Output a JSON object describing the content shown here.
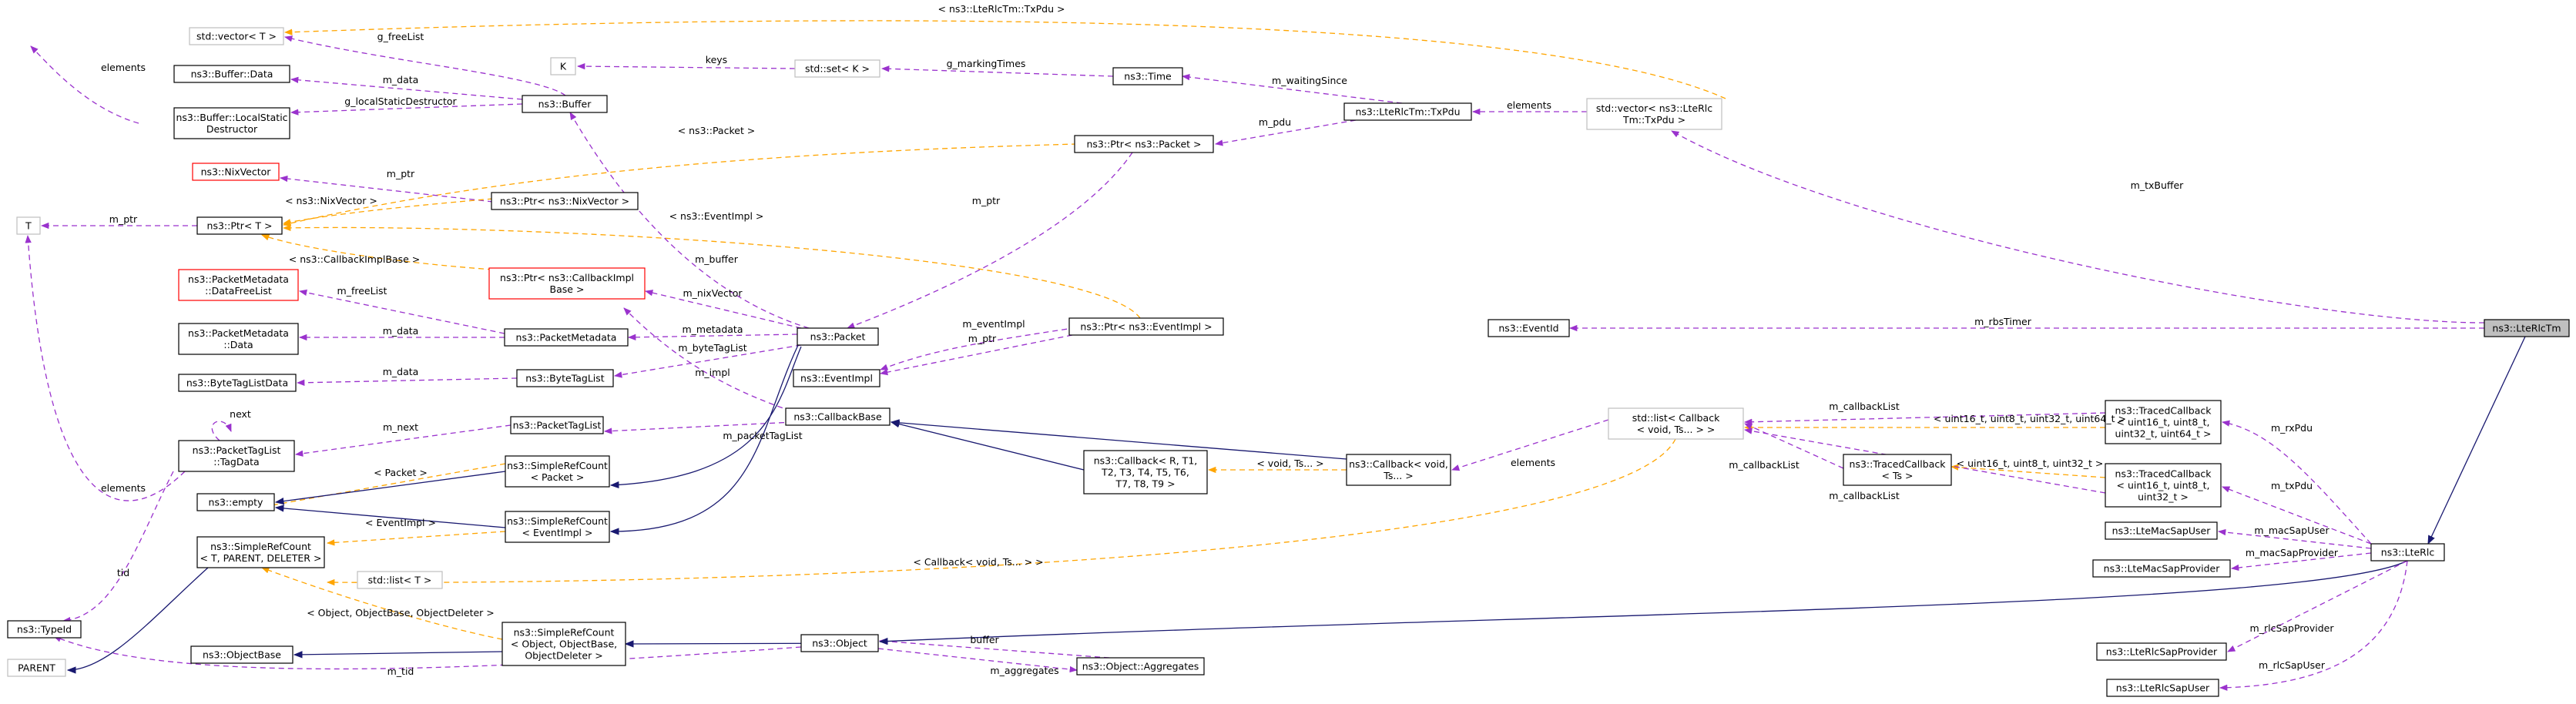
{
  "colors": {
    "usage": "#9a32cd",
    "inherit": "#191970",
    "template": "#ffa500",
    "missing": "#ff0000",
    "template_node": "#bfbfbf",
    "focus_fill": "#bfbfbf"
  },
  "nodes": {
    "vectorT": [
      "std::vector< T >"
    ],
    "bufferData": [
      "ns3::Buffer::Data"
    ],
    "bufferLSD": [
      "ns3::Buffer::LocalStatic",
      "Destructor"
    ],
    "K": [
      "K"
    ],
    "setK": [
      "std::set< K >"
    ],
    "buffer": [
      "ns3::Buffer"
    ],
    "time": [
      "ns3::Time"
    ],
    "txpdu": [
      "ns3::LteRlcTm::TxPdu"
    ],
    "vectorTx": [
      "std::vector< ns3::LteRlc",
      "Tm::TxPdu >"
    ],
    "ptrPacket": [
      "ns3::Ptr< ns3::Packet >"
    ],
    "nixVector": [
      "ns3::NixVector"
    ],
    "T": [
      "T"
    ],
    "ptrT": [
      "ns3::Ptr< T >"
    ],
    "ptrNix": [
      "ns3::Ptr< ns3::NixVector >"
    ],
    "ptrCbImpl": [
      "ns3::Ptr< ns3::CallbackImpl",
      "Base >"
    ],
    "pmDFL": [
      "ns3::PacketMetadata",
      "::DataFreeList"
    ],
    "pmData": [
      "ns3::PacketMetadata",
      "::Data"
    ],
    "packetMetadata": [
      "ns3::PacketMetadata"
    ],
    "packet": [
      "ns3::Packet"
    ],
    "ptrEventImpl": [
      "ns3::Ptr< ns3::EventImpl >"
    ],
    "eventId": [
      "ns3::EventId"
    ],
    "lteRlcTm": [
      "ns3::LteRlcTm"
    ],
    "btlData": [
      "ns3::ByteTagListData"
    ],
    "byteTagList": [
      "ns3::ByteTagList"
    ],
    "eventImpl": [
      "ns3::EventImpl"
    ],
    "ptlTagData": [
      "ns3::PacketTagList",
      "::TagData"
    ],
    "packetTagList": [
      "ns3::PacketTagList"
    ],
    "callbackBase": [
      "ns3::CallbackBase"
    ],
    "tcb64": [
      "ns3::TracedCallback",
      "< uint16_t, uint8_t,",
      "uint32_t, uint64_t >"
    ],
    "empty": [
      "ns3::empty"
    ],
    "srcPacket": [
      "ns3::SimpleRefCount",
      "< Packet >"
    ],
    "callbackR": [
      "ns3::Callback< R, T1,",
      "T2, T3, T4, T5, T6,",
      "T7, T8, T9 >"
    ],
    "callbackVoid": [
      "ns3::Callback< void,",
      "Ts... >"
    ],
    "listCb": [
      "std::list< Callback",
      "< void, Ts... > >"
    ],
    "tcbTs": [
      "ns3::TracedCallback",
      "< Ts >"
    ],
    "tcb32": [
      "ns3::TracedCallback",
      "< uint16_t, uint8_t,",
      "uint32_t >"
    ],
    "srcEvent": [
      "ns3::SimpleRefCount",
      "< EventImpl >"
    ],
    "macSapUser": [
      "ns3::LteMacSapUser"
    ],
    "srcTPD": [
      "ns3::SimpleRefCount",
      "< T, PARENT, DELETER >"
    ],
    "listT": [
      "std::list< T >"
    ],
    "lteRlc": [
      "ns3::LteRlc"
    ],
    "macSapProvider": [
      "ns3::LteMacSapProvider"
    ],
    "typeId": [
      "ns3::TypeId"
    ],
    "srcObj": [
      "ns3::SimpleRefCount",
      "< Object, ObjectBase,",
      "ObjectDeleter >"
    ],
    "object": [
      "ns3::Object"
    ],
    "parent": [
      "PARENT"
    ],
    "objectBase": [
      "ns3::ObjectBase"
    ],
    "aggregates": [
      "ns3::Object::Aggregates"
    ],
    "rlcSapProvider": [
      "ns3::LteRlcSapProvider"
    ],
    "rlcSapUser": [
      "ns3::LteRlcSapUser"
    ]
  },
  "edge_labels": {
    "txpdu_top": "< ns3::LteRlcTm::TxPdu >",
    "g_freeList": "g_freeList",
    "elements_vector": "elements",
    "keys": "keys",
    "g_markingTimes": "g_markingTimes",
    "m_data_buffer": "m_data",
    "g_localStaticDestructor": "g_localStaticDestructor",
    "m_waitingSince": "m_waitingSince",
    "elements_txpdu": "elements",
    "m_pdu": "m_pdu",
    "ns3_packet": "< ns3::Packet >",
    "m_txBuffer": "m_txBuffer",
    "m_ptr_nix": "m_ptr",
    "ns3_nixvector": "< ns3::NixVector >",
    "m_ptr_T": "m_ptr",
    "ns3_eventimpl": "< ns3::EventImpl >",
    "m_ptr_packet": "m_ptr",
    "m_buffer": "m_buffer",
    "cbimplbase": "< ns3::CallbackImplBase >",
    "m_freeList": "m_freeList",
    "m_nixVector": "m_nixVector",
    "m_eventImpl": "m_eventImpl",
    "m_rbsTimer": "m_rbsTimer",
    "m_data_pm": "m_data",
    "m_metadata": "m_metadata",
    "m_byteTagList": "m_byteTagList",
    "m_ptr_event": "m_ptr",
    "m_impl": "m_impl",
    "m_data_btl": "m_data",
    "next": "next",
    "m_next": "m_next",
    "m_packetTagList": "m_packetTagList",
    "elements_T": "elements",
    "m_callbackList_1": "m_callbackList",
    "m_rxPdu": "m_rxPdu",
    "uint64_tmpl": "< uint16_t, uint8_t, uint32_t, uint64_t >",
    "packet_tmpl": "< Packet >",
    "void_ts": "< void, Ts... >",
    "elements_cb": "elements",
    "m_callbackList_2": "m_callbackList",
    "uint32_tmpl": "< uint16_t, uint8_t, uint32_t >",
    "m_callbackList_3": "m_callbackList",
    "m_txPdu": "m_txPdu",
    "eventimpl_tmpl": "< EventImpl >",
    "m_macSapUser": "m_macSapUser",
    "callback_void_tmpl": "< Callback< void, Ts... > >",
    "m_macSapProvider": "m_macSapProvider",
    "tid": "tid",
    "object_tmpl": "< Object, ObjectBase, ObjectDeleter >",
    "buffer": "buffer",
    "m_aggregates": "m_aggregates",
    "m_tid": "m_tid",
    "m_rlcSapProvider": "m_rlcSapProvider",
    "m_rlcSapUser": "m_rlcSapUser"
  }
}
